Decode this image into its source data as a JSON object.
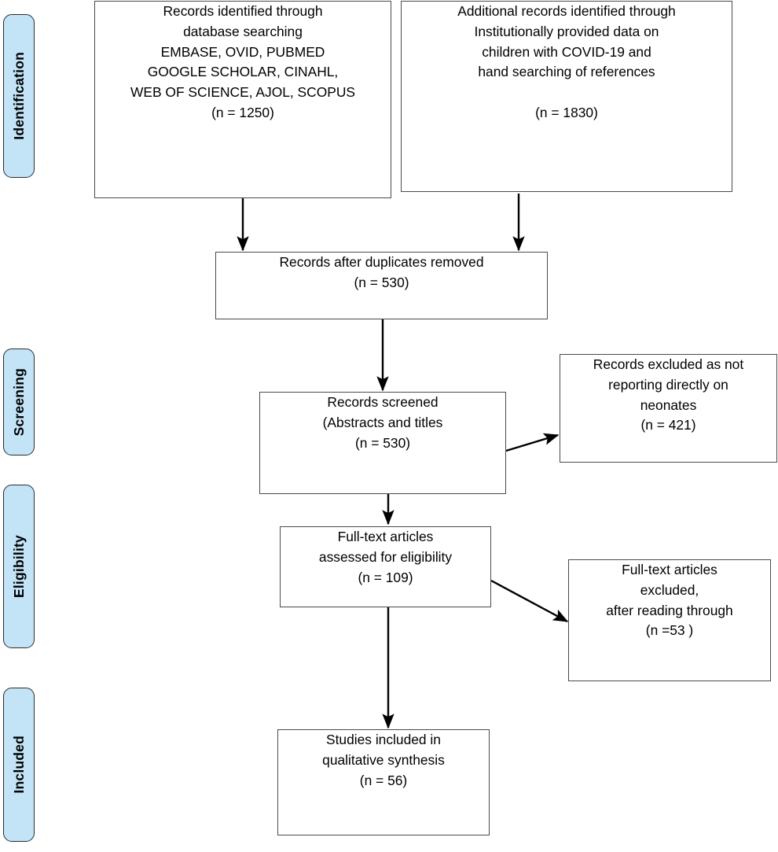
{
  "diagram": {
    "title": "PRISMA study selection flow diagram",
    "accent_color": "#C3E4F7",
    "border_color": "#4a4a4a",
    "stage_border_color": "#2b2b2b"
  },
  "stages": [
    {
      "id": "identification",
      "label": "Identification"
    },
    {
      "id": "screening",
      "label": "Screening"
    },
    {
      "id": "eligibility",
      "label": "Eligibility"
    },
    {
      "id": "included",
      "label": "Included"
    }
  ],
  "boxes": {
    "database_search": {
      "text": "Records identified through\ndatabase searching\nEMBASE, OVID, PUBMED\nGOOGLE SCHOLAR, CINAHL,\nWEB OF SCIENCE, AJOL, SCOPUS\n(n = 1250)",
      "count": 1250
    },
    "additional_records": {
      "text": "Additional records identified through\nInstitutionally provided data on\nchildren with COVID-19 and\nhand searching of references\n\n(n = 1830)",
      "count": 1830
    },
    "duplicates_removed": {
      "text": "Records after duplicates removed\n(n = 530)",
      "count": 530
    },
    "records_screened": {
      "text": "Records screened\n(Abstracts and titles\n(n = 530)",
      "count": 530
    },
    "records_excluded": {
      "text": "Records excluded as not\nreporting directly on\nneonates\n(n = 421)",
      "count": 421
    },
    "fulltext_assessed": {
      "text": "Full-text articles\nassessed for eligibility\n(n = 109)",
      "count": 109
    },
    "fulltext_excluded": {
      "text": "Full-text articles\nexcluded,\nafter reading through\n(n =53 )",
      "count": 53
    },
    "studies_included": {
      "text": "Studies included in\nqualitative synthesis\n(n =  56)",
      "count": 56
    }
  },
  "chart_data": {
    "type": "diagram",
    "title": "PRISMA flow of information through the review",
    "nodes": [
      {
        "id": "database_search",
        "stage": "Identification",
        "label": "Records identified through database searching EMBASE, OVID, PUBMED GOOGLE SCHOLAR, CINAHL, WEB OF SCIENCE, AJOL, SCOPUS",
        "n": 1250
      },
      {
        "id": "additional_records",
        "stage": "Identification",
        "label": "Additional records identified through Institutionally provided data on children with COVID-19 and hand searching of references",
        "n": 1830
      },
      {
        "id": "duplicates_removed",
        "stage": "Identification",
        "label": "Records after duplicates removed",
        "n": 530
      },
      {
        "id": "records_screened",
        "stage": "Screening",
        "label": "Records screened (Abstracts and titles",
        "n": 530
      },
      {
        "id": "records_excluded",
        "stage": "Screening",
        "label": "Records excluded as not reporting directly on neonates",
        "n": 421
      },
      {
        "id": "fulltext_assessed",
        "stage": "Eligibility",
        "label": "Full-text articles assessed for eligibility",
        "n": 109
      },
      {
        "id": "fulltext_excluded",
        "stage": "Eligibility",
        "label": "Full-text articles excluded, after reading through",
        "n": 53
      },
      {
        "id": "studies_included",
        "stage": "Included",
        "label": "Studies included in qualitative synthesis",
        "n": 56
      }
    ],
    "edges": [
      {
        "from": "database_search",
        "to": "duplicates_removed",
        "kind": "vertical"
      },
      {
        "from": "additional_records",
        "to": "duplicates_removed",
        "kind": "vertical"
      },
      {
        "from": "duplicates_removed",
        "to": "records_screened",
        "kind": "vertical"
      },
      {
        "from": "records_screened",
        "to": "records_excluded",
        "kind": "diagonal-up-right"
      },
      {
        "from": "records_screened",
        "to": "fulltext_assessed",
        "kind": "vertical"
      },
      {
        "from": "fulltext_assessed",
        "to": "fulltext_excluded",
        "kind": "diagonal-down-right"
      },
      {
        "from": "fulltext_assessed",
        "to": "studies_included",
        "kind": "vertical"
      }
    ]
  }
}
